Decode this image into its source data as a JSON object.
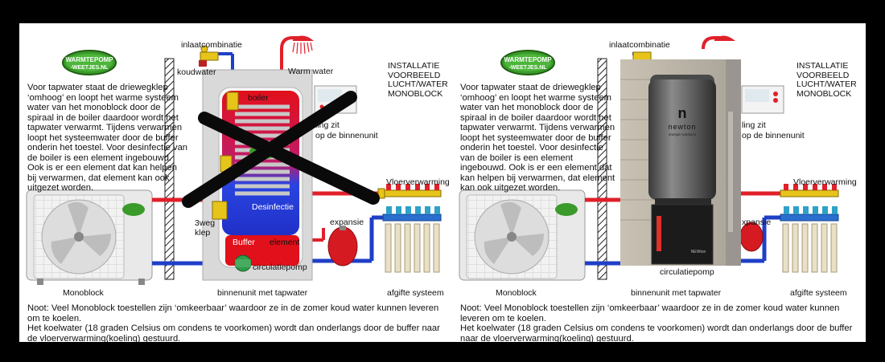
{
  "panels": [
    {
      "logo": {
        "line1": "WARMTEPOMP",
        "line2": "-WEETJES.NL"
      },
      "intro_text": "Voor tapwater staat de driewegklep ‘omhoog’ en loopt het warme systeem water van het monoblock door de spiraal in de boiler daardoor wordt het tapwater verwarmt. Tijdens verwarmen loopt het systeemwater door de buffer onderin het toestel. Voor desinfectie van de boiler is een element ingebouwd. Ook is er een element dat kan helpen bij verwarmen, dat element kan ook uitgezet worden.",
      "installation_title": [
        "INSTALLATIE",
        "VOORBEELD",
        "LUCHT/WATER",
        "MONOBLOCK"
      ],
      "labels": {
        "inlaatcombinatie": "inlaatcombinatie",
        "koudwater": "koudwater",
        "warm_water": "Warm water",
        "boiler": "boiler",
        "regeling": "ling zit",
        "regeling2": "op de binnenunit",
        "desinfectie": "Desinfectie",
        "driewegklep": "3weg",
        "klep": "klep",
        "buffer": "Buffer",
        "element": "element",
        "expansie": "expansie",
        "vloerverwarming": "Vloerverwarming",
        "circulatiepomp": "circulatiepomp",
        "monoblock": "Monoblock",
        "binnenunit": "binnenunit met tapwater",
        "afgifte": "afgifte systeem"
      },
      "note": [
        "Noot: Veel Monoblock toestellen zijn ‘omkeerbaar’ waardoor ze in de zomer koud water kunnen leveren om te koelen.",
        "Het koelwater (18 graden Celsius om condens te voorkomen) wordt dan onderlangs door de buffer naar de vloerverwarming(koeling) gestuurd."
      ]
    },
    {
      "logo": {
        "line1": "WARMTEPOMP",
        "line2": "-WEETJES.NL"
      },
      "intro_text": "Voor tapwater staat de driewegklep ‘omhoog’ en loopt het warme systeem water van het monoblock door de spiraal in de boiler daardoor wordt het tapwater verwarmt. Tijdens verwarmen loopt het systeemwater door de buffer onderin het toestel. Voor desinfectie van de boiler is een element ingebouwd. Ook is er een element dat kan helpen bij verwarmen, dat element kan ook uitgezet worden.",
      "installation_title": [
        "INSTALLATIE",
        "VOORBEELD",
        "LUCHT/WATER",
        "MONOBLOCK"
      ],
      "labels": {
        "inlaatcombinatie": "inlaatcombinatie",
        "regeling": "ling zit",
        "regeling2": "op de binnenunit",
        "expansie": "xpansie",
        "vloerverwarming": "Vloerverwarming",
        "circulatiepomp": "circulatiepomp",
        "monoblock": "Monoblock",
        "binnenunit": "binnenunit met tapwater",
        "afgifte": "afgifte systeem"
      },
      "photo": {
        "brand": "newton",
        "tagline": "energie solutions",
        "unit_label": "NEWton"
      },
      "note": [
        "Noot: Veel Monoblock toestellen zijn ‘omkeerbaar’ waardoor ze in de zomer koud water kunnen leveren om te koelen.",
        "Het koelwater (18 graden Celsius om condens te voorkomen) wordt dan onderlangs door de buffer naar de vloerverwarming(koeling) gestuurd."
      ]
    }
  ],
  "colors": {
    "hot": "#e0202a",
    "cold": "#1f3fc8",
    "tank": "#d8d8d8",
    "logo_green": "#3a9a2a"
  }
}
